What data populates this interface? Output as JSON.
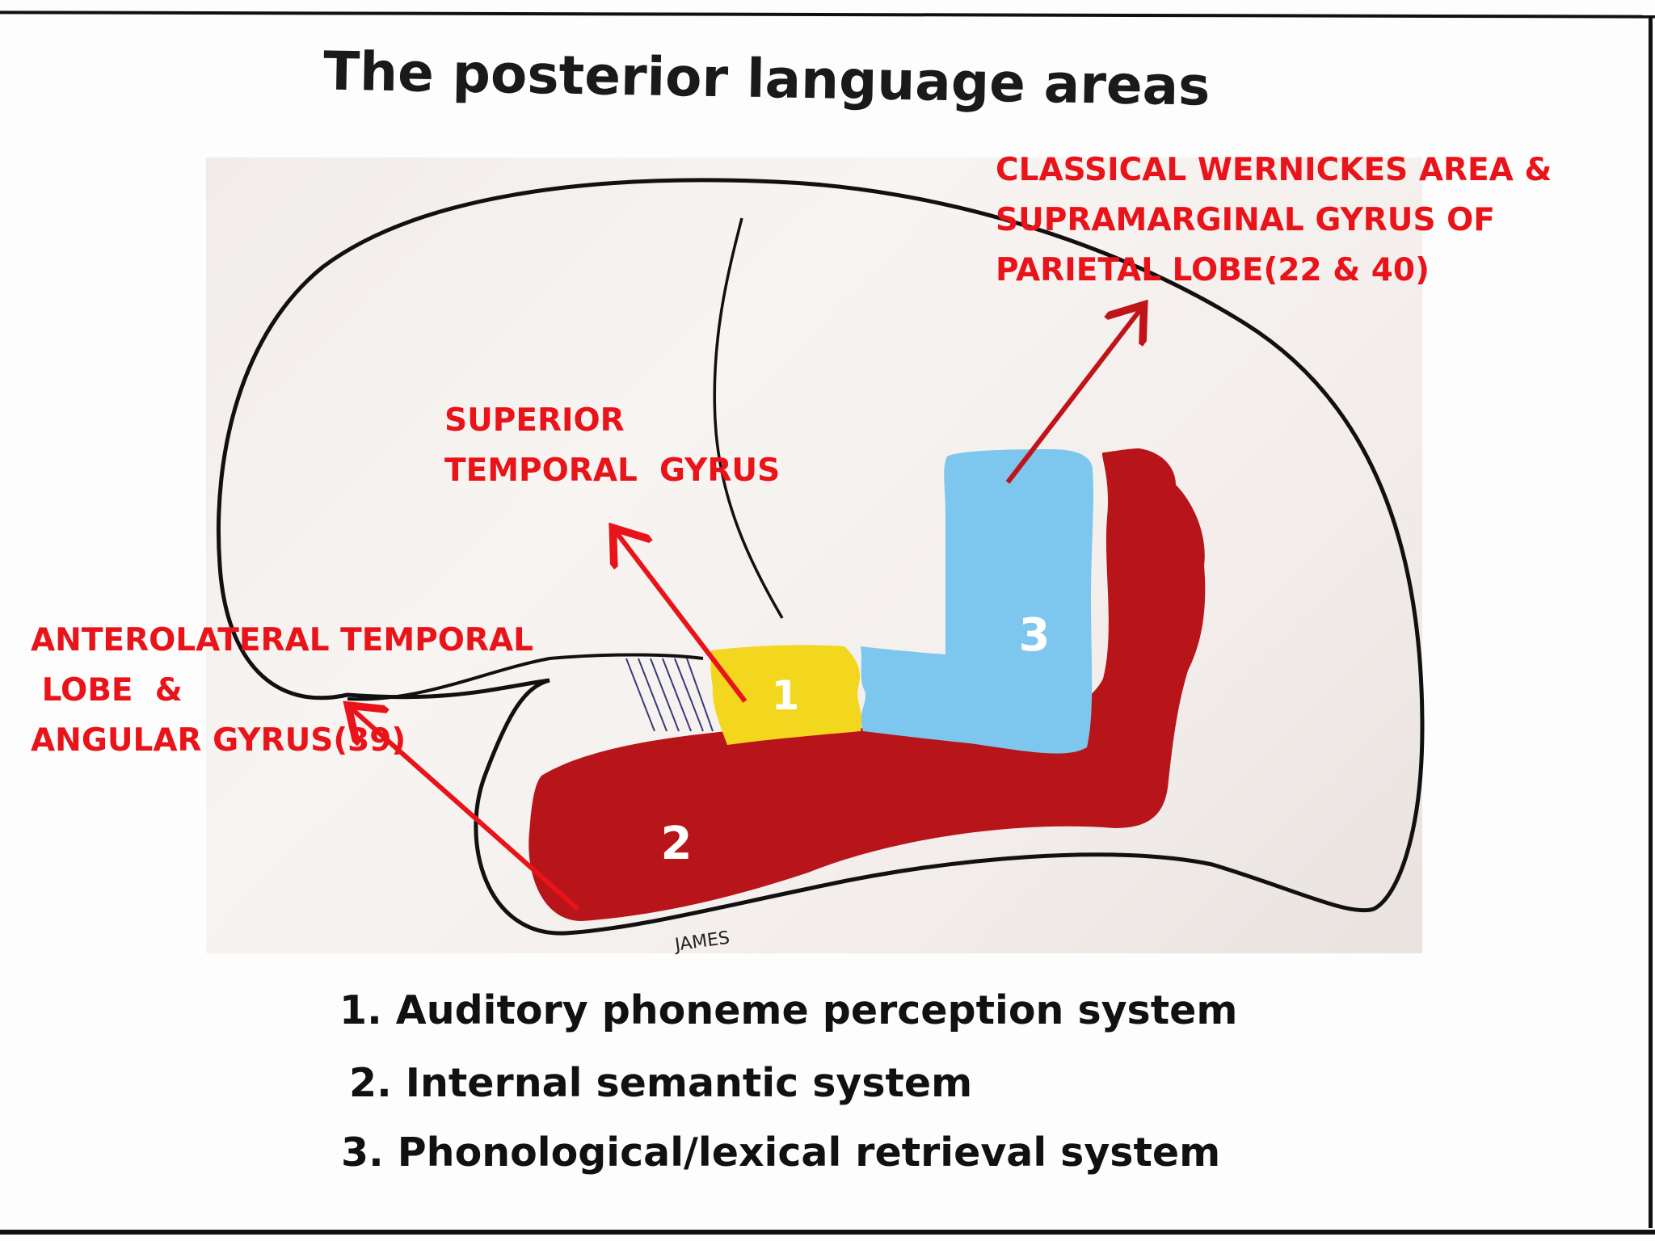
{
  "title": "The posterior language areas",
  "labels": {
    "wernicke": "CLASSICAL WERNICKES AREA &\nSUPRAMARGINAL GYRUS OF\nPARIETAL LOBE(22 & 40)",
    "superior_temporal": "SUPERIOR\nTEMPORAL  GYRUS",
    "anterolateral": "ANTEROLATERAL TEMPORAL\n LOBE  &\nANGULAR GYRUS(39)"
  },
  "regions": {
    "r1": "1",
    "r2": "2",
    "r3": "3"
  },
  "signature": "JAMES",
  "legend": [
    "1. Auditory phoneme perception system",
    "2. Internal semantic system",
    "3. Phonological/lexical retrieval system"
  ],
  "colors": {
    "annotation_red": "#e8141a",
    "region_1_yellow": "#f3d61e",
    "region_2_dark_red": "#b8151b",
    "region_3_light_blue": "#7dc7ee",
    "outline": "#111111"
  }
}
